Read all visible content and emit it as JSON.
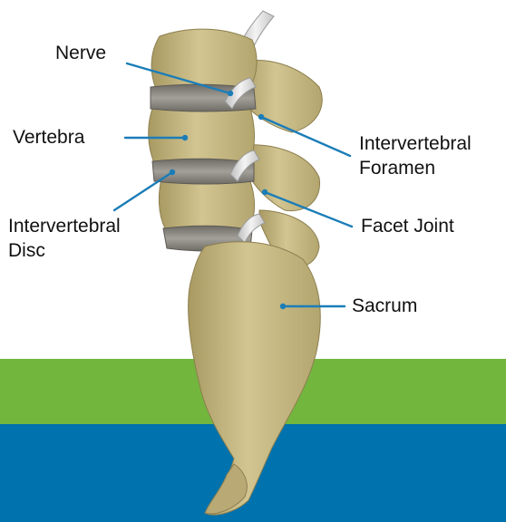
{
  "colors": {
    "background": "#ffffff",
    "green_band": "#72b63e",
    "blue_band": "#0072ae",
    "leader_line": "#1b7db8",
    "bone": "#c9bb86",
    "disc": "#8f8c84",
    "nerve": "#e6e6e6"
  },
  "labels": {
    "nerve": "Nerve",
    "vertebra": "Vertebra",
    "foramen_line1": "Intervertebral",
    "foramen_line2": "Foramen",
    "facet_joint": "Facet Joint",
    "disc_line1": "Intervertebral",
    "disc_line2": "Disc",
    "sacrum": "Sacrum"
  }
}
